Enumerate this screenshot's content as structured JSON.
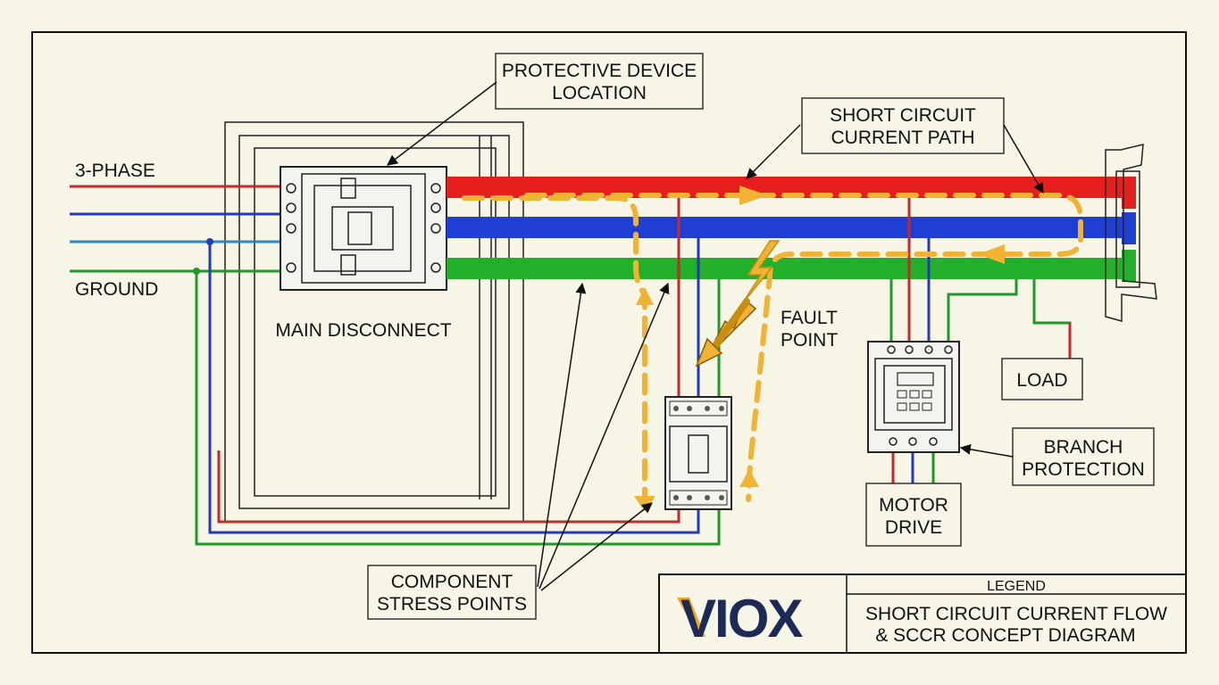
{
  "labels": {
    "protective_device_line1": "PROTECTIVE DEVICE",
    "protective_device_line2": "LOCATION",
    "short_circuit_line1": "SHORT CIRCUIT",
    "short_circuit_line2": "CURRENT PATH",
    "three_phase": "3-PHASE",
    "ground": "GROUND",
    "main_disconnect": "MAIN DISCONNECT",
    "fault_line1": "FAULT",
    "fault_line2": "POINT",
    "load": "LOAD",
    "branch_line1": "BRANCH",
    "branch_line2": "PROTECTION",
    "motor_line1": "MOTOR",
    "motor_line2": "DRIVE",
    "stress_line1": "COMPONENT",
    "stress_line2": "STRESS POINTS"
  },
  "title_block": {
    "logo": "VIOX",
    "legend_header": "LEGEND",
    "title_line1": "SHORT CIRCUIT CURRENT FLOW",
    "title_line2": "& SCCR CONCEPT DIAGRAM"
  },
  "colors": {
    "background": "#f6f5e6",
    "phase_red": "#e51e1e",
    "phase_blue": "#1f3fd4",
    "phase_green": "#22b02a",
    "fault_path": "#f2b233",
    "logo_navy": "#1c2a55",
    "logo_accent": "#f2a51f"
  }
}
